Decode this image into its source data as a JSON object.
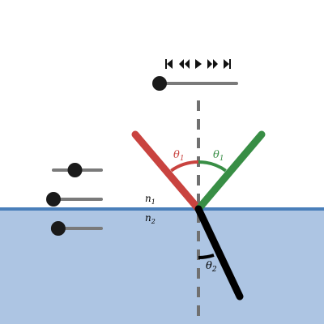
{
  "labels": {
    "n1": {
      "sym": "n",
      "sub": "1"
    },
    "n2": {
      "sym": "n",
      "sub": "2"
    },
    "theta_incident": {
      "sym": "θ",
      "sub": "1"
    },
    "theta_reflected": {
      "sym": "θ",
      "sub": "1"
    },
    "theta_refracted": {
      "sym": "θ",
      "sub": "2"
    }
  },
  "icons": [
    "skip-to-start-icon",
    "step-back-icon",
    "play-icon",
    "step-forward-icon",
    "skip-to-end-icon"
  ],
  "sliders": {
    "time": {
      "value": 0.0
    },
    "angle": {
      "value": 0.45
    },
    "n1": {
      "value": 0.0
    },
    "n2": {
      "value": 0.1
    }
  },
  "colors": {
    "background": "#ffffff",
    "medium": "#adc5e3",
    "interface": "#4a7fba",
    "incident": "#c9433f",
    "reflected": "#388e45",
    "refracted": "#000000",
    "normal": "#707070",
    "slider_track": "#7a7a7a",
    "slider_knob": "#1a1a1a"
  }
}
